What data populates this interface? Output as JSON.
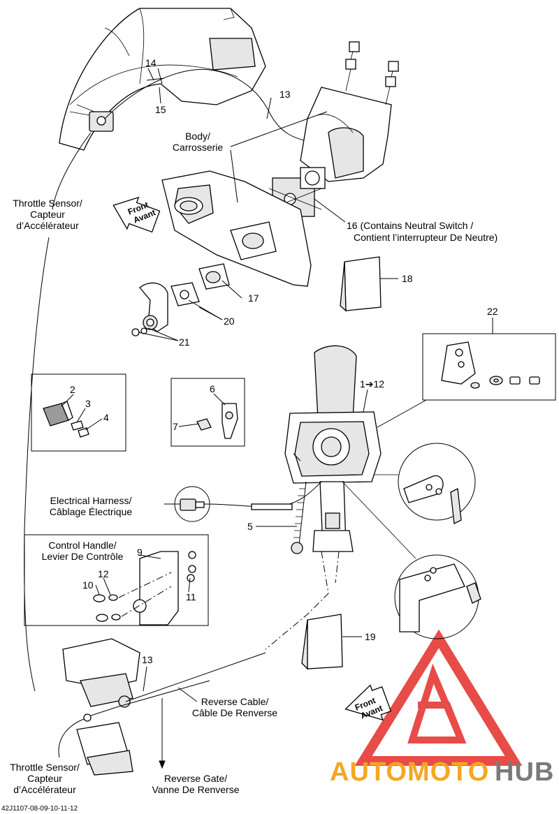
{
  "labels": {
    "body": [
      "Body/",
      "Carrosserie"
    ],
    "throttle_sensor_top": [
      "Throttle Sensor/",
      "Capteur",
      "d’Accélérateur"
    ],
    "throttle_sensor_bottom": [
      "Throttle Sensor/",
      "Capteur",
      "d’Accélérateur"
    ],
    "part16": [
      "16 (Contains Neutral Switch /",
      "Contient l’interrupteur De Neutre)"
    ],
    "electrical_harness": [
      "Electrical  Harness/",
      "Câblage Électrique"
    ],
    "control_handle": [
      "Control Handle/",
      "Levier De Contrôle"
    ],
    "reverse_cable": [
      "Reverse Cable/",
      "Câble De Renverse"
    ],
    "reverse_gate": [
      "Reverse Gate/",
      "Vanne De Renverse"
    ],
    "front_top": [
      "Front",
      "Avant"
    ],
    "front_bottom": [
      "Front",
      "Avant"
    ]
  },
  "callouts": {
    "n1_12": "1➔12",
    "n2": "2",
    "n3": "3",
    "n4": "4",
    "n5": "5",
    "n6": "6",
    "n7": "7",
    "n9": "9",
    "n10": "10",
    "n11": "11",
    "n12": "12",
    "n13_top": "13",
    "n13_bottom": "13",
    "n14": "14",
    "n15": "15",
    "n17": "17",
    "n18": "18",
    "n19": "19",
    "n20": "20",
    "n21": "21",
    "n22": "22"
  },
  "figure_code": "42J1107-08-09-10-11-12",
  "watermark": {
    "part1": "AUTOMOTO",
    "part2": "HUB",
    "color1": "#f5a623",
    "color2": "#7a7a7a",
    "triangle_color": "#e53935"
  }
}
